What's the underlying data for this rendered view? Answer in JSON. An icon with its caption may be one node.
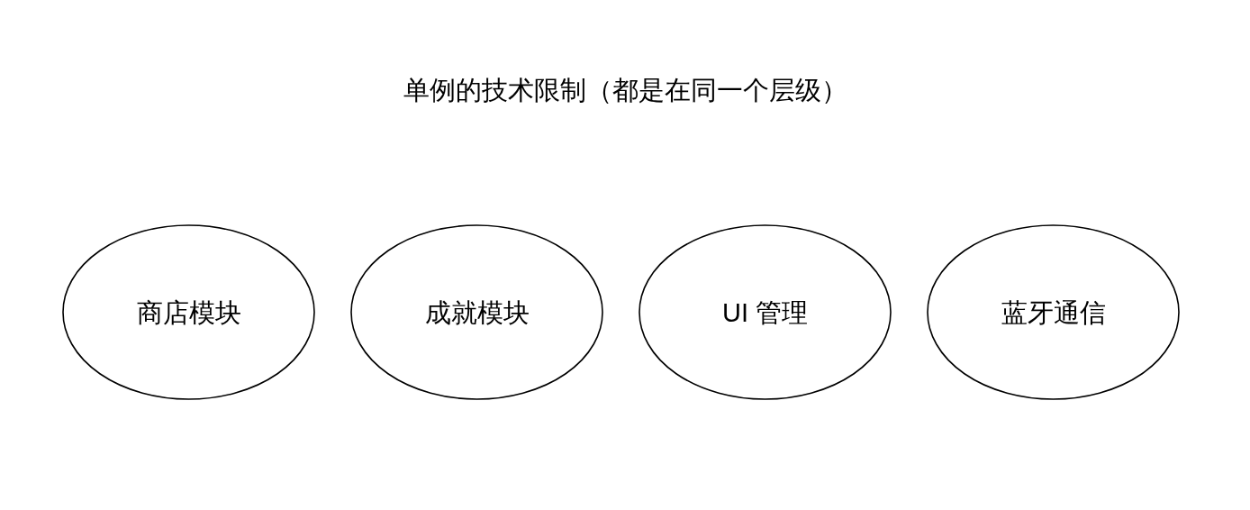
{
  "diagram": {
    "title": "单例的技术限制（都是在同一个层级）",
    "nodes": [
      {
        "text": [
          "商店模块"
        ]
      },
      {
        "text": [
          "成就模块"
        ]
      },
      {
        "text": [
          "UI 管理"
        ]
      },
      {
        "text": [
          "蓝牙通信"
        ]
      }
    ]
  }
}
